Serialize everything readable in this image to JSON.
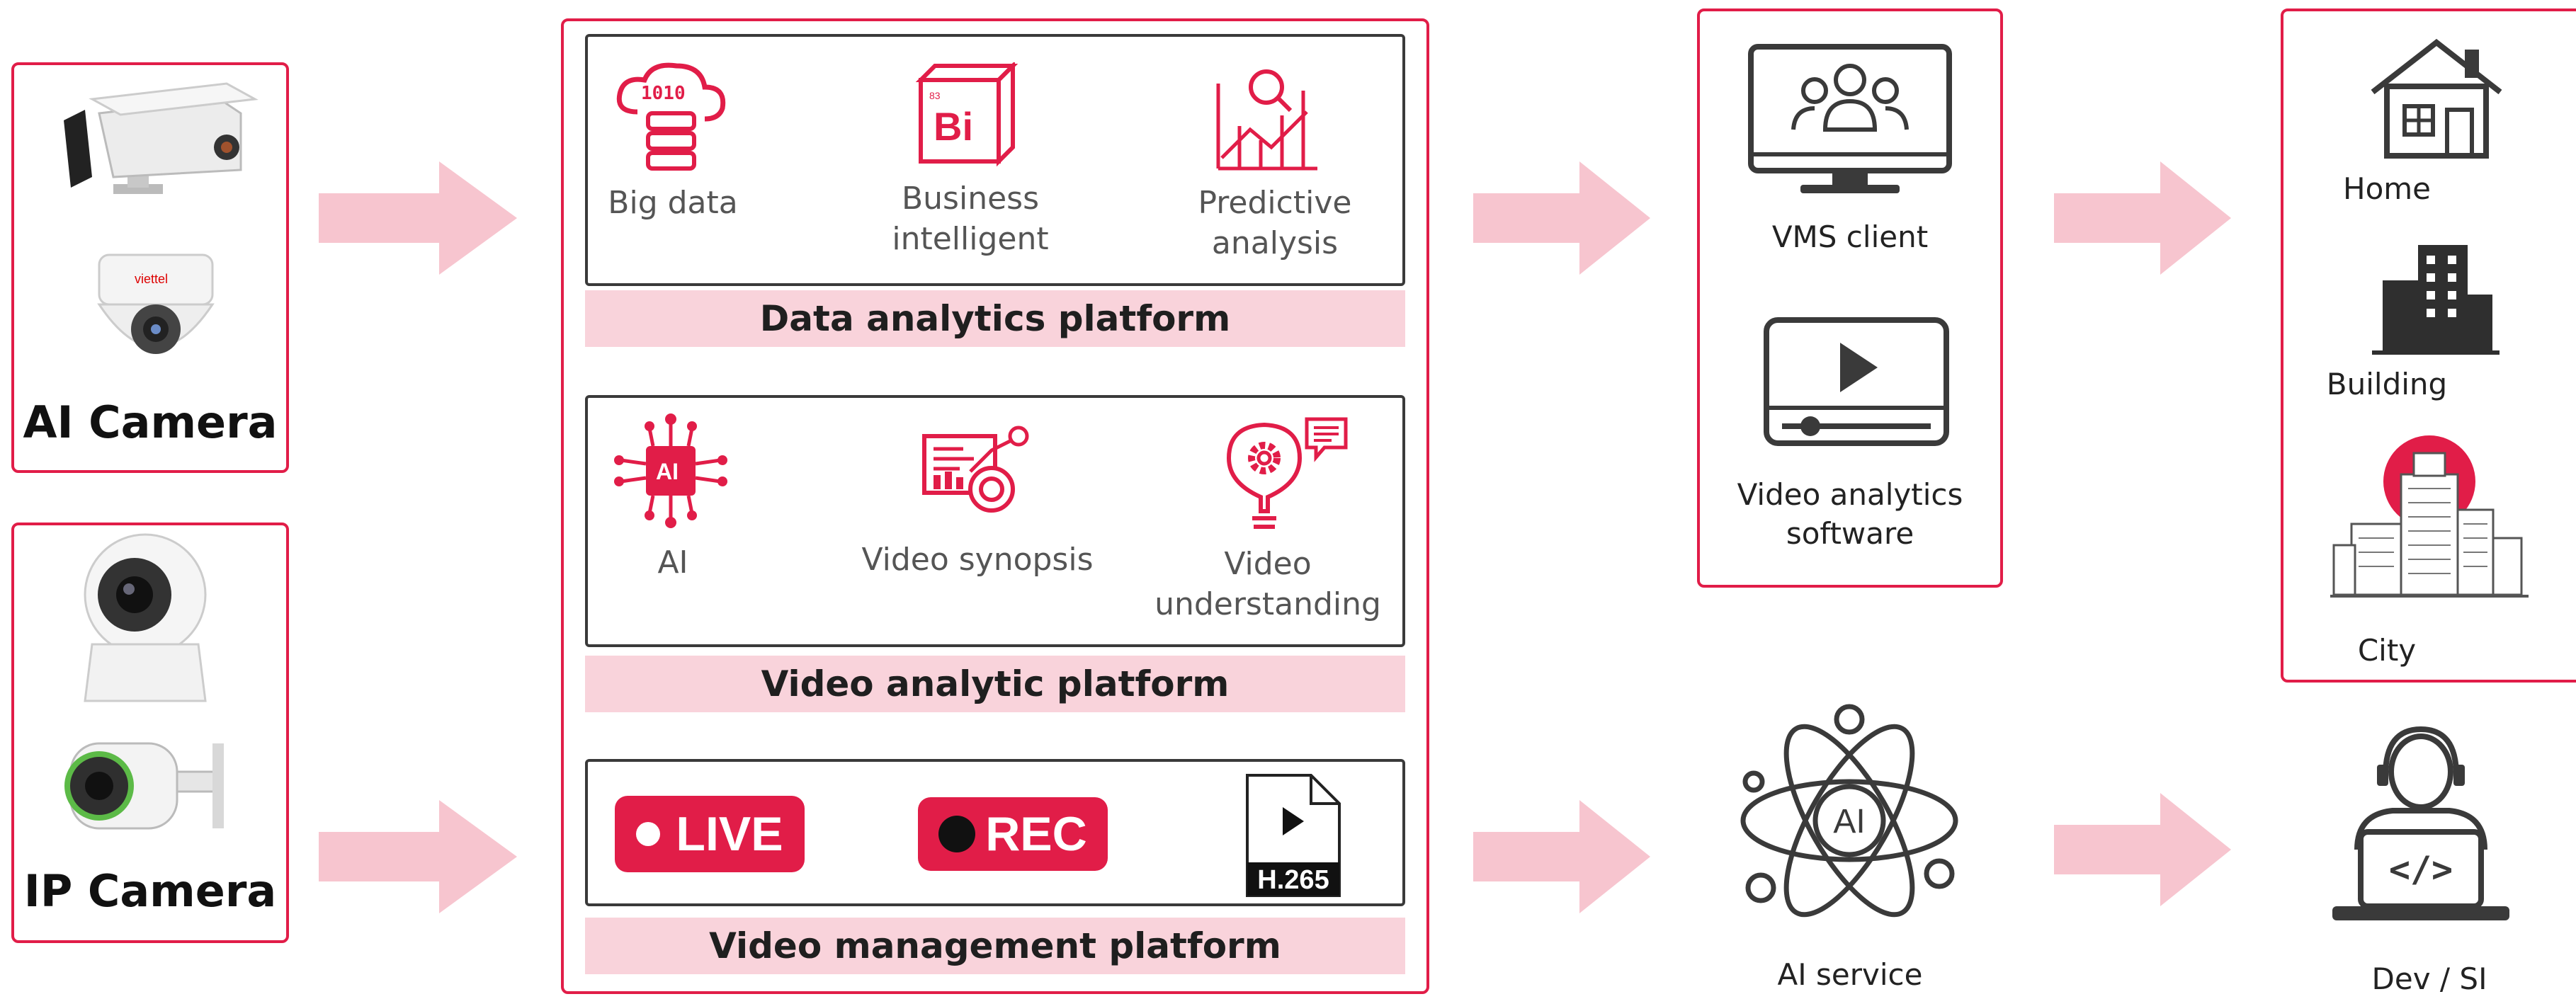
{
  "cameras": {
    "ai_label": "AI Camera",
    "ip_label": "IP Camera"
  },
  "data_platform": {
    "title": "Data analytics platform",
    "items": [
      "Big data",
      "Business\nintelligent",
      "Predictive\nanalysis"
    ]
  },
  "video_analytic_platform": {
    "title": "Video analytic platform",
    "items": [
      "AI",
      "Video synopsis",
      "Video\nunderstanding"
    ]
  },
  "video_mgmt_platform": {
    "title": "Video management platform",
    "live_label": "LIVE",
    "rec_label": "REC",
    "codec_label": "H.265"
  },
  "clients": {
    "vms_label": "VMS client",
    "analytics_label": "Video analytics\nsoftware",
    "ai_service_label": "AI service"
  },
  "targets": {
    "home_label": "Home",
    "building_label": "Building",
    "city_label": "City",
    "dev_label": "Dev / SI"
  },
  "icon_text": {
    "bi_cube": "Bi",
    "bi_cube_small": "83",
    "ai_chip": "AI",
    "ai_atom": "AI",
    "big_data": "1010"
  },
  "colors": {
    "accent": "#e11d48",
    "band": "#f9d3db",
    "arrow": "#f7c5cf",
    "dark": "#3a3a3a"
  }
}
